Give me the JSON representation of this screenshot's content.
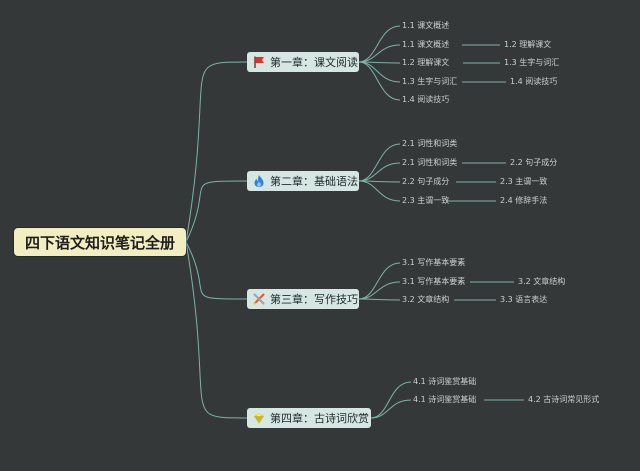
{
  "root": {
    "title": "四下语文知识笔记全册"
  },
  "chapters": [
    {
      "title": "第一章：课文阅读",
      "icon": "red-flag-icon",
      "items": [
        [
          "1.1 课文概述"
        ],
        [
          "1.1 课文概述",
          "1.2 理解课文"
        ],
        [
          "1.2 理解课文",
          "1.3 生字与词汇"
        ],
        [
          "1.3 生字与词汇",
          "1.4 阅读技巧"
        ],
        [
          "1.4 阅读技巧"
        ]
      ]
    },
    {
      "title": "第二章：基础语法",
      "icon": "flame-icon",
      "items": [
        [
          "2.1 词性和词类"
        ],
        [
          "2.1 词性和词类",
          "2.2 句子成分"
        ],
        [
          "2.2 句子成分",
          "2.3 主谓一致"
        ],
        [
          "2.3 主谓一致",
          "2.4 修辞手法"
        ]
      ]
    },
    {
      "title": "第三章：写作技巧",
      "icon": "pencil-tools-icon",
      "items": [
        [
          "3.1 写作基本要素"
        ],
        [
          "3.1 写作基本要素",
          "3.2 文章结构"
        ],
        [
          "3.2 文章结构",
          "3.3 语言表达"
        ]
      ]
    },
    {
      "title": "第四章：古诗词欣赏",
      "icon": "gem-icon",
      "items": [
        [
          "4.1 诗词鉴赏基础"
        ],
        [
          "4.1 诗词鉴赏基础",
          "4.2 古诗词常见形式"
        ]
      ]
    }
  ],
  "colors": {
    "background": "#353838",
    "root_fill": "#f2eec1",
    "chapter_fill": "#d6e6e3",
    "connector": "#7fb2a6",
    "leaf_text": "#c9d1cf"
  }
}
